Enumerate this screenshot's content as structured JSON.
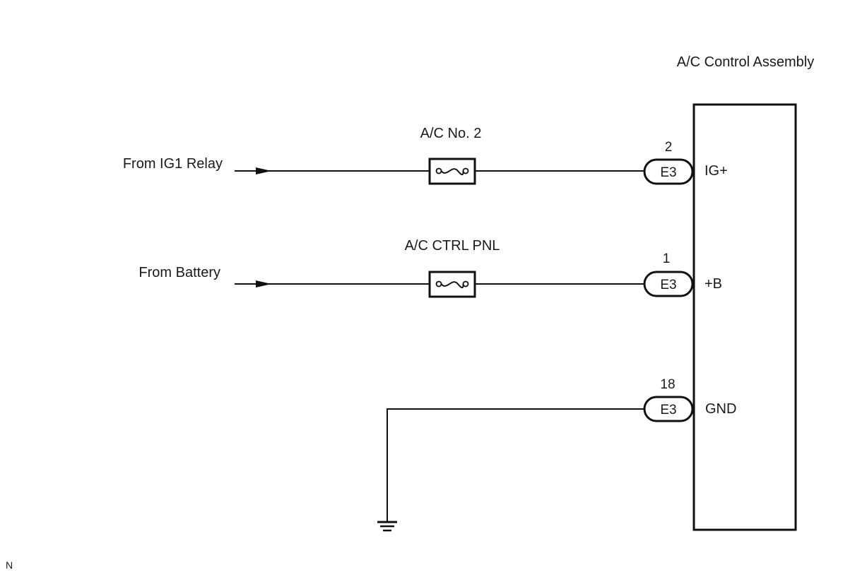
{
  "diagram": {
    "component": {
      "title": "A/C Control Assembly"
    },
    "circuits": [
      {
        "source": "From IG1 Relay",
        "fuse": "A/C No. 2",
        "connector": "E3",
        "pin_number": "2",
        "terminal": "IG+"
      },
      {
        "source": "From Battery",
        "fuse": "A/C CTRL PNL",
        "connector": "E3",
        "pin_number": "1",
        "terminal": "+B"
      },
      {
        "source": "Ground",
        "connector": "E3",
        "pin_number": "18",
        "terminal": "GND"
      }
    ],
    "footnote": "N",
    "colors": {
      "line": "#111111",
      "background": "#ffffff"
    }
  }
}
